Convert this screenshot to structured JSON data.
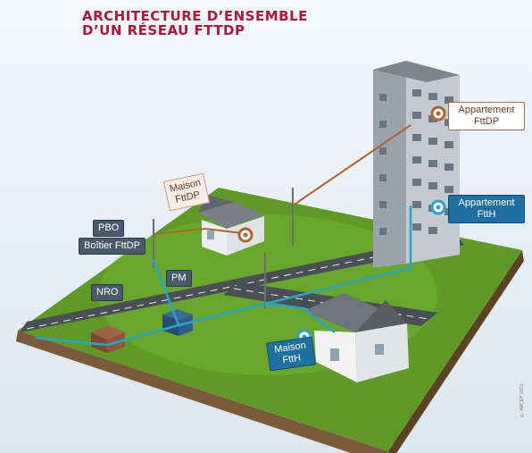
{
  "title": {
    "line1": "ARCHITECTURE D’ENSEMBLE",
    "line2": "D’UN RÉSEAU FTTDP"
  },
  "labels": {
    "appartement_fttdp": "Appartement FttDP",
    "appartement_ftth": "Appartement FttH",
    "maison_fttdp": "Maison FttDP",
    "maison_ftth": "Maison FttH",
    "pbo": "PBO",
    "boitier_fttdp": "Boîtier FttDP",
    "nro": "NRO",
    "pm": "PM"
  },
  "copyright": "© ARCEP 2013",
  "colors": {
    "title": "#b3163a",
    "ftth_line": "#2aa3c8",
    "fttdp_line": "#b3622e",
    "grass": "#6fae2e"
  }
}
